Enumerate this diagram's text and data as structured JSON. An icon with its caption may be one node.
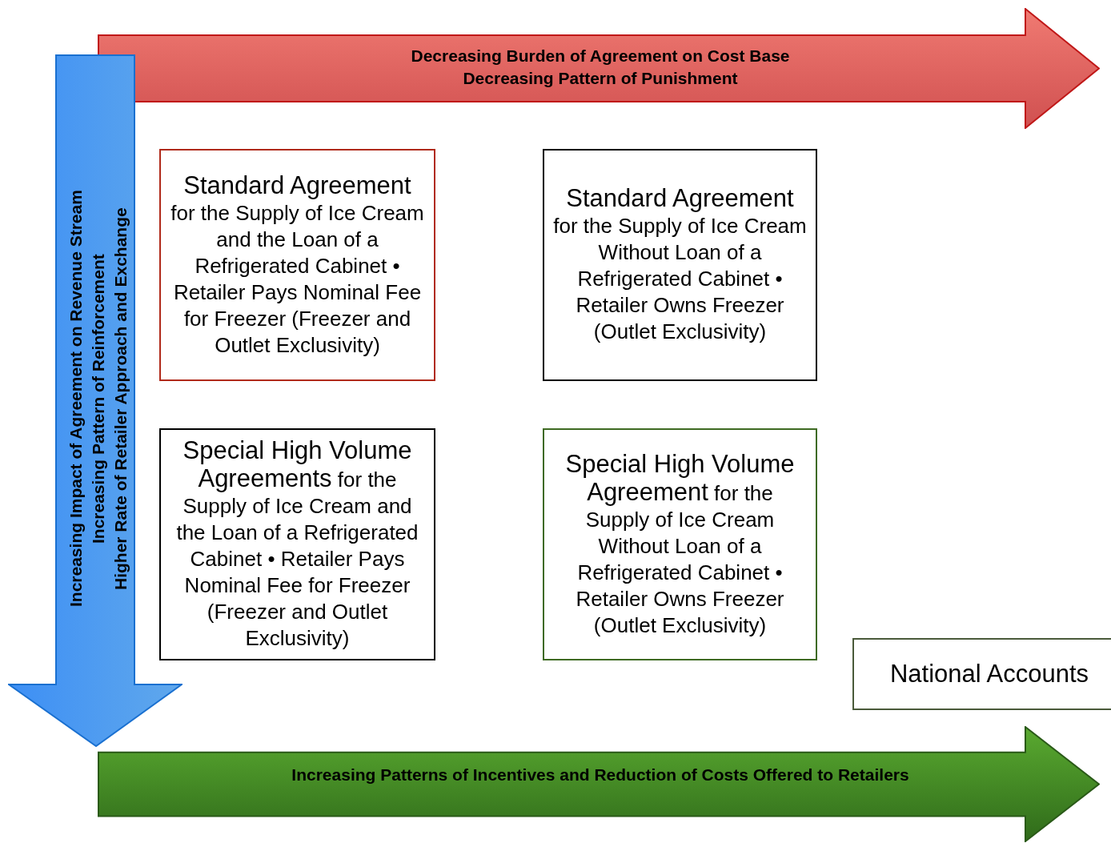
{
  "diagram": {
    "nodes": [
      {
        "text": [
          "Decreasing Burden of Agreement on Cost Base",
          "Decreasing Pattern of Punishment"
        ]
      },
      {
        "text": [
          "Increasing Impact of Agreement on Revenue Stream",
          "Increasing Pattern of Reinforcement",
          "Higher Rate of Retailer Approach and Exchange"
        ]
      },
      {
        "text": [
          "Standard Agreement",
          "for the Supply of Ice Cream and the Loan of a Refrigerated Cabinet • Retailer Pays Nominal Fee for Freezer (Freezer and Outlet Exclusivity)"
        ]
      },
      {
        "text": [
          "Standard Agreement",
          "for the Supply of Ice Cream Without Loan of a Refrigerated Cabinet • Retailer Owns Freezer (Outlet Exclusivity)"
        ]
      },
      {
        "text": [
          "Special High Volume Agreements",
          "for the Supply of Ice Cream and the Loan of a Refrigerated Cabinet • Retailer Pays Nominal Fee for Freezer (Freezer and Outlet Exclusivity)"
        ]
      },
      {
        "text": [
          "Special High Volume Agreement",
          "for the Supply of Ice Cream Without Loan of a Refrigerated Cabinet • Retailer Owns Freezer (Outlet Exclusivity)"
        ]
      },
      {
        "text": [
          "National Accounts"
        ]
      },
      {
        "text": [
          "Increasing Patterns of Incentives and Reduction of Costs Offered to Retailers"
        ]
      }
    ]
  }
}
